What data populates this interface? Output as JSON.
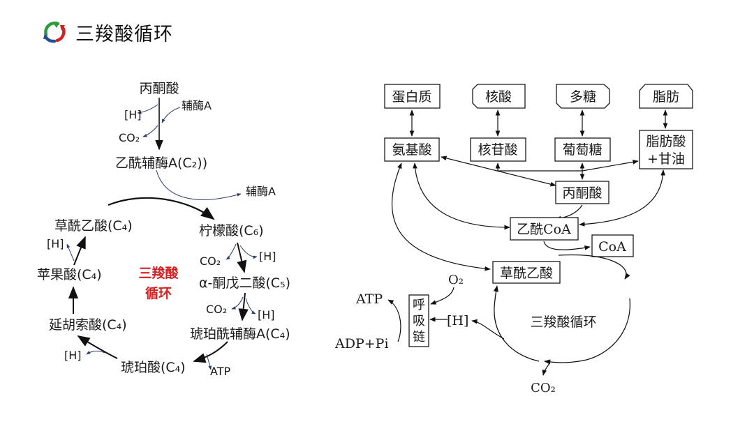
{
  "page": {
    "title": "三羧酸循环"
  },
  "cycle": {
    "center_label_1": "三羧酸",
    "center_label_2": "循环",
    "nodes": {
      "pyruvate": "丙酮酸",
      "acetyl_coa": "乙酰辅酶A(C₂))",
      "citrate": "柠檬酸(C₆)",
      "alpha_kg": "α-酮戊二酸(C₅)",
      "succinyl_coa": "琥珀酰辅酶A(C₄)",
      "succinate": "琥珀酸(C₄)",
      "fumarate": "延胡索酸(C₄)",
      "malate": "苹果酸(C₄)",
      "oxaloacetate": "草酰乙酸(C₄)"
    },
    "side": {
      "h1": "[H]",
      "coa_in": "辅酶A",
      "co2_1": "CO₂",
      "coa_out": "辅酶A",
      "co2_2": "CO₂",
      "h2": "[H]",
      "co2_3": "CO₂",
      "h3": "[H]",
      "atp": "ATP",
      "h4": "[H]",
      "h5": "[H]"
    }
  },
  "network": {
    "top_row": [
      "蛋白质",
      "核酸",
      "多糖",
      "脂肪"
    ],
    "mid_row": [
      "氨基酸",
      "核苷酸",
      "葡萄糖"
    ],
    "fatty_acid_1": "脂肪酸",
    "fatty_acid_2": "+甘油",
    "pyruvate": "丙酮酸",
    "acetyl_coa": "乙酰CoA",
    "coa": "CoA",
    "oxaloacetate": "草酰乙酸",
    "cycle_label": "三羧酸循环",
    "resp_chain": [
      "呼",
      "吸",
      "链"
    ],
    "h": "[H]",
    "o2": "O₂",
    "atp": "ATP",
    "adp": "ADP+Pi",
    "co2": "CO₂"
  },
  "colors": {
    "accent_red": "#d42020",
    "dark_blue": "#2d3d6b",
    "arrow": "#1a1a1a"
  }
}
